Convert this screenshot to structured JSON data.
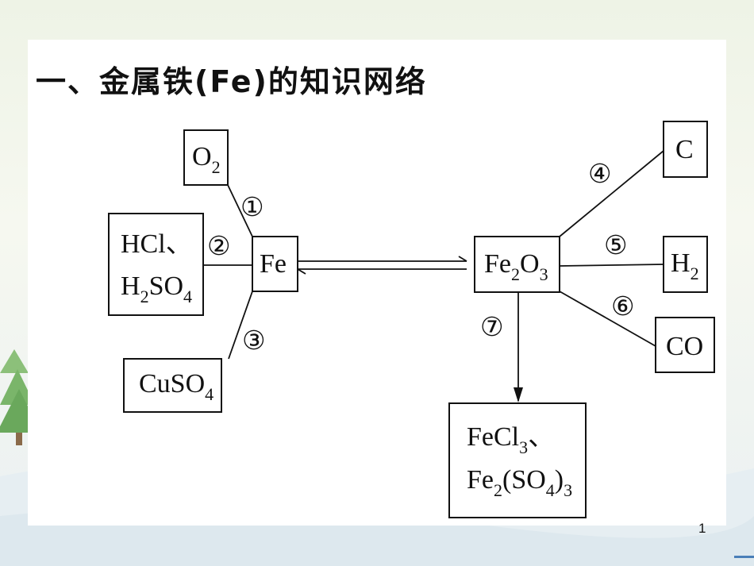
{
  "title": "一、金属铁(Fe)的知识网络",
  "page_number": "1",
  "nodes": {
    "o2": {
      "main": "O",
      "sub": "2"
    },
    "hcl": {
      "line1": "HCl、"
    },
    "h2so4": {
      "p1": "H",
      "s1": "2",
      "p2": "SO",
      "s2": "4"
    },
    "fe": {
      "label": "Fe"
    },
    "cuso4": {
      "main": "CuSO",
      "sub": "4"
    },
    "fe2o3": {
      "p1": "Fe",
      "s1": "2",
      "p2": "O",
      "s2": "3"
    },
    "c": {
      "label": "C"
    },
    "h2": {
      "main": "H",
      "sub": "2"
    },
    "co": {
      "label": "CO"
    },
    "fecl3": {
      "main": "FeCl",
      "sub": "3",
      "suffix": "、"
    },
    "fe2so43": {
      "p1": "Fe",
      "s1": "2",
      "p2": "(SO",
      "s2": "4",
      "p3": ")",
      "s3": "3"
    }
  },
  "reactions": [
    "①",
    "②",
    "③",
    "④",
    "⑤",
    "⑥",
    "⑦"
  ]
}
